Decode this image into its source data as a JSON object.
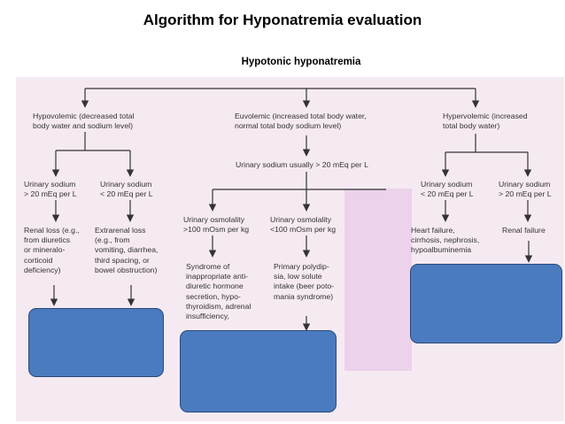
{
  "title": "Algorithm  for Hyponatremia evaluation",
  "subtitle": "Hypotonic hyponatremia",
  "nodes": {
    "hypovolemic": [
      "Hypovolemic (decreased total",
      "body water and sodium level)"
    ],
    "euvolemic": [
      "Euvolemic (increased total body water,",
      "normal total body sodium level)"
    ],
    "hypervolemic": [
      "Hypervolemic (increased",
      "total body water)"
    ],
    "euvolemic_urine": [
      "Urinary sodium usually > 20 mEq per L"
    ],
    "hypo_urine_high": [
      "Urinary sodium",
      "> 20 mEq per L"
    ],
    "hypo_urine_low": [
      "Urinary sodium",
      "< 20 mEq per L"
    ],
    "hyper_urine_low": [
      "Urinary sodium",
      "< 20 mEq per L"
    ],
    "hyper_urine_high": [
      "Urinary sodium",
      "> 20 mEq per L"
    ],
    "osm_high": [
      "Urinary osmolality",
      ">100 mOsm per kg"
    ],
    "osm_low": [
      "Urinary osmolality",
      "<100 mOsm per kg"
    ],
    "renal_loss": [
      "Renal loss (e.g.,",
      "from diuretics",
      "or mineralo-",
      "corticoid",
      "deficiency)"
    ],
    "extrarenal_loss": [
      "Extrarenal loss",
      "(e.g., from",
      "vomiting, diarrhea,",
      "third spacing, or",
      "bowel obstruction)"
    ],
    "siadh": [
      "Syndrome of",
      "inappropriate anti-",
      "diuretic hormone",
      "secretion, hypo-",
      "thyroidism, adrenal",
      "insufficiency,"
    ],
    "polydipsia": [
      "Primary polydip-",
      "sia, low solute",
      "intake (beer poto-",
      "mania syndrome)"
    ],
    "heart_failure": [
      "Heart failure,",
      "cirrhosis, nephrosis,",
      "hypoalbuminemia"
    ],
    "renal_failure": [
      "Renal failure"
    ]
  },
  "colors": {
    "panel": "#f6eaf2",
    "stripe": "#ecd2ea",
    "box_fill": "#4a7bbf",
    "box_border": "#2a4a7a",
    "line": "#333333"
  }
}
